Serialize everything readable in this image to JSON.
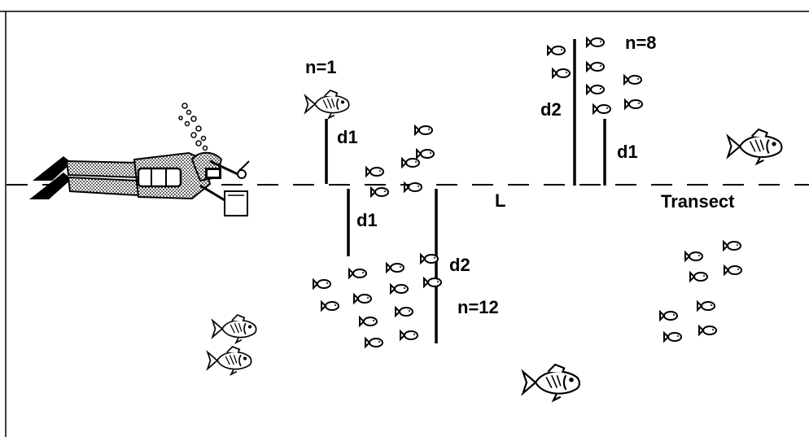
{
  "labels": {
    "n_left": "n=1",
    "n_right": "n=8",
    "n_bottom": "n=12",
    "d1_upper_left": "d1",
    "d1_upper_right": "d1",
    "d1_lower": "d1",
    "d2_upper": "d2",
    "d2_lower": "d2",
    "length": "L",
    "transect": "Transect"
  },
  "icons": [
    "scuba-diver-icon",
    "fish-icon",
    "small-fish-icon",
    "bubbles-icon",
    "clipboard-icon"
  ],
  "colors": {
    "ink": "#000000",
    "background": "#ffffff",
    "wetsuit_fill": "#bdbdbd"
  }
}
